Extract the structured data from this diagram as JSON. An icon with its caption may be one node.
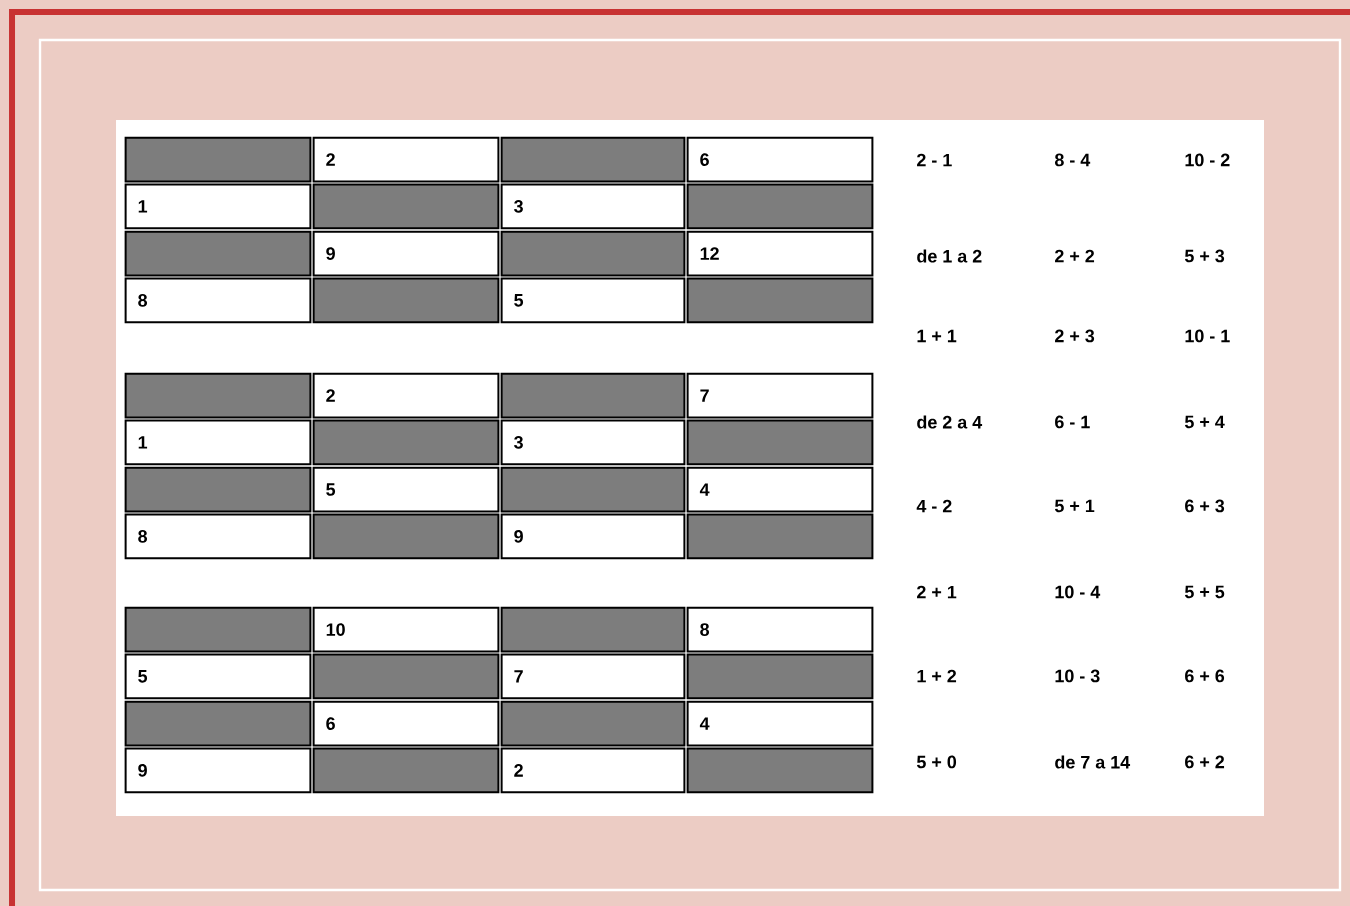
{
  "diagram": {
    "nodes": [
      {
        "text": [],
        "shape": "box"
      },
      {
        "text": [
          "2"
        ]
      },
      {
        "text": [],
        "shape": "box"
      },
      {
        "text": [
          "6"
        ]
      },
      {
        "text": [
          "1"
        ]
      },
      {
        "text": [],
        "shape": "box"
      },
      {
        "text": [
          "3"
        ]
      },
      {
        "text": [],
        "shape": "box"
      },
      {
        "text": [],
        "shape": "box"
      },
      {
        "text": [
          "9"
        ]
      },
      {
        "text": [],
        "shape": "box"
      },
      {
        "text": [
          "12"
        ]
      },
      {
        "text": [
          "8"
        ]
      },
      {
        "text": [],
        "shape": "box"
      },
      {
        "text": [
          "5"
        ]
      },
      {
        "text": [],
        "shape": "box"
      },
      {
        "text": [],
        "shape": "box"
      },
      {
        "text": [
          "2"
        ]
      },
      {
        "text": [],
        "shape": "box"
      },
      {
        "text": [
          "7"
        ]
      },
      {
        "text": [
          "1"
        ]
      },
      {
        "text": [],
        "shape": "box"
      },
      {
        "text": [
          "3"
        ]
      },
      {
        "text": [],
        "shape": "box"
      },
      {
        "text": [],
        "shape": "box"
      },
      {
        "text": [
          "5"
        ]
      },
      {
        "text": [],
        "shape": "box"
      },
      {
        "text": [
          "4"
        ]
      },
      {
        "text": [
          "8"
        ]
      },
      {
        "text": [],
        "shape": "box"
      },
      {
        "text": [
          "9"
        ]
      },
      {
        "text": [],
        "shape": "box"
      },
      {
        "text": [],
        "shape": "box"
      },
      {
        "text": [
          "10"
        ]
      },
      {
        "text": [],
        "shape": "box"
      },
      {
        "text": [
          "8"
        ]
      },
      {
        "text": [
          "5"
        ]
      },
      {
        "text": [],
        "shape": "box"
      },
      {
        "text": [
          "7"
        ]
      },
      {
        "text": [],
        "shape": "box"
      },
      {
        "text": [],
        "shape": "box"
      },
      {
        "text": [
          "6"
        ]
      },
      {
        "text": [],
        "shape": "box"
      },
      {
        "text": [
          "4"
        ]
      },
      {
        "text": [
          "9"
        ]
      },
      {
        "text": [],
        "shape": "box"
      },
      {
        "text": [
          "2"
        ]
      },
      {
        "text": [],
        "shape": "box"
      }
    ],
    "labels": [
      "2 - 1",
      "8 - 4",
      "10 - 2",
      "de 1 a 2",
      "2 + 2",
      "5 + 3",
      "1 + 1",
      "2 + 3",
      "10 - 1",
      "de 2 a 4",
      "6 - 1",
      "5 + 4",
      "4 - 2",
      "5 + 1",
      "6 + 3",
      "2 + 1",
      "10 - 4",
      "5 + 5",
      "1 + 2",
      "10 - 3",
      "6 + 6",
      "5 + 0",
      "de 7 a 14",
      "6 + 2"
    ]
  }
}
